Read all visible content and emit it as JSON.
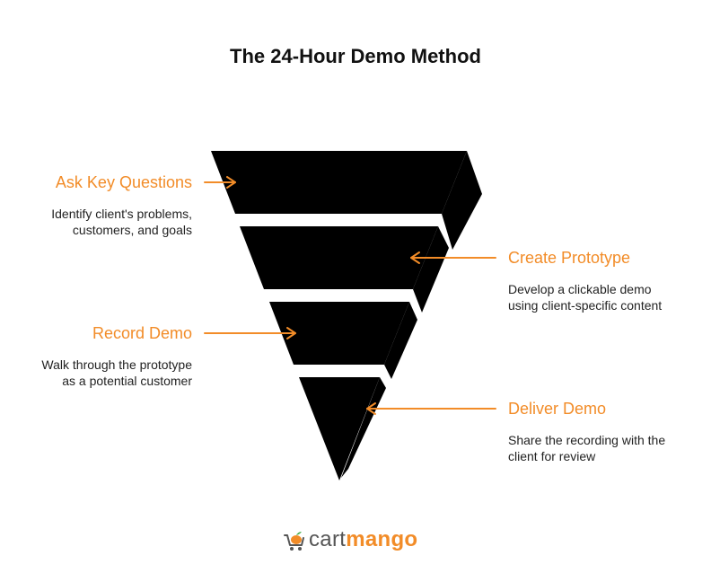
{
  "title": "The 24-Hour Demo Method",
  "colors": {
    "accent": "#F28C28",
    "funnel": "#000000",
    "text": "#222222"
  },
  "steps": [
    {
      "title": "Ask Key Questions",
      "description": [
        "Identify client's problems,",
        "customers, and goals"
      ]
    },
    {
      "title": "Create Prototype",
      "description": [
        "Develop a clickable demo",
        "using client-specific content"
      ]
    },
    {
      "title": "Record Demo",
      "description": [
        "Walk through the prototype",
        "as a potential customer"
      ]
    },
    {
      "title": "Deliver Demo",
      "description": [
        "Share the recording with the",
        "client for review"
      ]
    }
  ],
  "logo": {
    "part1": "cart",
    "part2": "mango",
    "icon": "mango-cart-icon"
  }
}
